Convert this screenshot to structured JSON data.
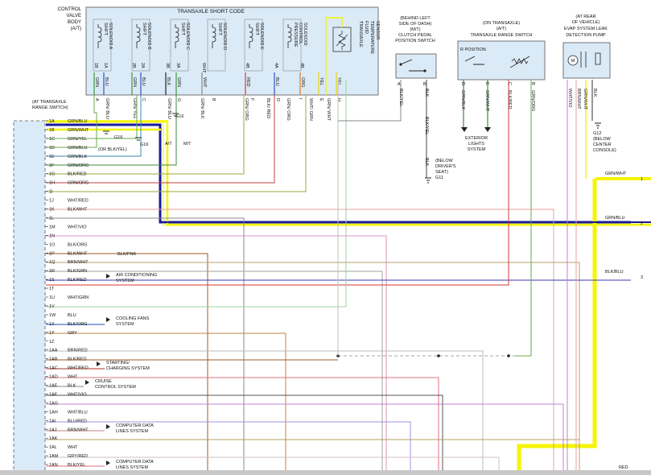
{
  "component_labels": {
    "control_valve_body": [
      "CONTROL",
      "VALVE",
      "BODY",
      "(A/T)"
    ],
    "short_code_title": "TRANSAXLE SHORT CODE",
    "solenoids": [
      [
        "SHIFT",
        "SOLENOID A"
      ],
      [
        "SHIFT",
        "SOLENOID B"
      ],
      [
        "SHIFT",
        "SOLENOID C"
      ],
      [
        "SHIFT",
        "SOLENOID D"
      ],
      [
        "SHIFT",
        "SOLENOID E"
      ],
      [
        "PRESSURE",
        "CONTROL",
        "SOLENOID"
      ],
      [
        "TRANSAXLE",
        "FLUID",
        "TEMPERATURE",
        "SENSOR"
      ]
    ],
    "clutch_switch": [
      "(BEHIND LEFT",
      "SIDE OF DASH)",
      "(M/T)",
      "CLUTCH PEDAL",
      "POSITION SWITCH"
    ],
    "range_switch": [
      "(ON TRANSAXLE)",
      "(A/T)",
      "TRANSAXLE RANGE SWITCH"
    ],
    "r_position": "R POSITION",
    "evap": [
      "(AT REAR",
      "OF VEHICLE)",
      "EVAP SYSTEM LEAK",
      "DETECTION PUMP"
    ],
    "at_range_switch": [
      "(AT TRANSAXLE",
      "RANGE SWITCH)"
    ],
    "exterior_lights": [
      "EXTERIOR",
      "LIGHTS",
      "SYSTEM"
    ],
    "g11": [
      "(BELOW",
      "DRIVER'S",
      "SEAT)",
      "G11"
    ],
    "g12": [
      "G12",
      "(BELOW",
      "CENTER",
      "CONSOLE)"
    ],
    "g16a": "G16",
    "g16b": "G16",
    "g16c": "G16",
    "or_blk_yel": "(OR BLK/YEL)",
    "at": "A/T",
    "mt": "M/T",
    "motor": "M"
  },
  "pins_top": [
    "1B",
    "1A",
    "2B",
    "2A",
    "3B",
    "3A",
    "WHT",
    "4B",
    "4A",
    "4B"
  ],
  "wire_labels_top": [
    "GRN",
    "BLU",
    "GRN",
    "BLU",
    "BLK",
    "GRN",
    "WHT",
    "RED",
    "BLU",
    "ORG",
    "YEL",
    "YEL"
  ],
  "wire_labels_mid": [
    {
      "t": "A"
    },
    {
      "t": "GRN/ BLU"
    },
    {
      "t": "GRN/ YEL"
    },
    {
      "t": "C"
    },
    {
      "t": "GRN/ BLU"
    },
    {
      "t": "G"
    },
    {
      "t": "GRN/ BLK"
    },
    {
      "t": "B"
    },
    {
      "t": "GRN/ ORG"
    },
    {
      "t": "F"
    },
    {
      "t": "BLK/ RED"
    },
    {
      "t": "D"
    },
    {
      "t": "GRN/ ORG"
    },
    {
      "t": "I"
    },
    {
      "t": "WHT/ GRN"
    },
    {
      "t": "E"
    },
    {
      "t": "GRN/ WHT"
    },
    {
      "t": "H"
    }
  ],
  "clutch_pins": {
    "a": "A",
    "b": "B",
    "wire_a": "BLK/YEL",
    "wire_b": "BLK",
    "wire_c": "BLK/YEL",
    "wire_d": "BLK"
  },
  "range_pins": [
    {
      "pin": "D",
      "wire": "GRN/BLK"
    },
    {
      "pin": "E",
      "wire": "GRN/WHT"
    },
    {
      "pin": "C",
      "wire": "BLK/RED"
    },
    {
      "pin": "B",
      "wire": "GRN/ORG"
    }
  ],
  "evap_wires": [
    "WHT/VIO",
    "BRN/WHT",
    "GRN/WHT",
    "BLK"
  ],
  "connector_rows": [
    {
      "pin": "1A",
      "color": "GRN/BLU"
    },
    {
      "pin": "1B",
      "color": "GRN/WHT"
    },
    {
      "pin": "1C",
      "color": "GRN/YEL"
    },
    {
      "pin": "1D",
      "color": "GRN/BLU"
    },
    {
      "pin": "1E",
      "color": "GRN/BLK"
    },
    {
      "pin": "1F",
      "color": "GRN/ORG"
    },
    {
      "pin": "1G",
      "color": "BLK/RED"
    },
    {
      "pin": "1H",
      "color": "GRN/ORG"
    },
    {
      "pin": "1I",
      "color": ""
    },
    {
      "pin": "1J",
      "color": "WHT/RED"
    },
    {
      "pin": "1K",
      "color": "BLK/WHT"
    },
    {
      "pin": "1L",
      "color": ""
    },
    {
      "pin": "1M",
      "color": "WHT/VIO"
    },
    {
      "pin": "1N",
      "color": ""
    },
    {
      "pin": "1O",
      "color": "BLK/ORG"
    },
    {
      "pin": "1P",
      "color": "BLK/WHT"
    },
    {
      "pin": "1Q",
      "color": "BRN/WHT"
    },
    {
      "pin": "1R",
      "color": "BLK/GRN"
    },
    {
      "pin": "1S",
      "color": "BLK/RED"
    },
    {
      "pin": "1T",
      "color": ""
    },
    {
      "pin": "1U",
      "color": "WHT/GRN"
    },
    {
      "pin": "1V",
      "color": ""
    },
    {
      "pin": "1W",
      "color": "BLU"
    },
    {
      "pin": "1X",
      "color": "BLK/ORG"
    },
    {
      "pin": "1Y",
      "color": "GRY"
    },
    {
      "pin": "1Z",
      "color": ""
    },
    {
      "pin": "1AA",
      "color": "BRN/RED"
    },
    {
      "pin": "1AB",
      "color": "BLK/RED"
    },
    {
      "pin": "1AC",
      "color": "WHT/RED"
    },
    {
      "pin": "1AD",
      "color": "WHT"
    },
    {
      "pin": "1AE",
      "color": "BLK"
    },
    {
      "pin": "1AF",
      "color": "WHT/VIO"
    },
    {
      "pin": "1AG",
      "color": ""
    },
    {
      "pin": "1AH",
      "color": "WHT/BLU"
    },
    {
      "pin": "1AI",
      "color": "BLU/RED"
    },
    {
      "pin": "1AJ",
      "color": "BRN/WHT"
    },
    {
      "pin": "1AK",
      "color": ""
    },
    {
      "pin": "1AL",
      "color": "WHT"
    },
    {
      "pin": "1AM",
      "color": "GRY/RED"
    },
    {
      "pin": "1AN",
      "color": "BLK/YEL"
    }
  ],
  "inline_wire_label_1p": "BLK/PNK",
  "system_labels": [
    {
      "lines": [
        "AIR CONDITIONING",
        "SYSTEM"
      ]
    },
    {
      "lines": [
        "COOLING FANS",
        "SYSTEM"
      ]
    },
    {
      "lines": [
        "STARTING/",
        "CHARGING SYSTEM"
      ]
    },
    {
      "lines": [
        "CRUISE",
        "CONTROL SYSTEM"
      ]
    },
    {
      "lines": [
        "COMPUTER DATA",
        "LINES SYSTEM"
      ]
    },
    {
      "lines": [
        "COMPUTER DATA",
        "LINES SYSTEM"
      ]
    }
  ],
  "right_outputs": [
    {
      "n": "1",
      "wire": "GRN/WHT"
    },
    {
      "n": "2",
      "wire": "GRN/BLU"
    },
    {
      "n": "3",
      "wire": "BLK/BLU"
    }
  ],
  "bottom_right_label": "RED",
  "colors": {
    "highlight_yellow": "#f5f500",
    "highlight_blue": "#1a1aa0",
    "component_fill": "#dbeaf7",
    "green": "#3a9a3a",
    "red": "#d23a3a",
    "blue": "#3050c0",
    "orange": "#e07820",
    "yellow": "#e8d800",
    "olive": "#9aaa3a",
    "pink": "#e8a0b0",
    "violet": "#c080d0",
    "brown": "#a05a20",
    "gray": "#888888",
    "black": "#222222"
  }
}
